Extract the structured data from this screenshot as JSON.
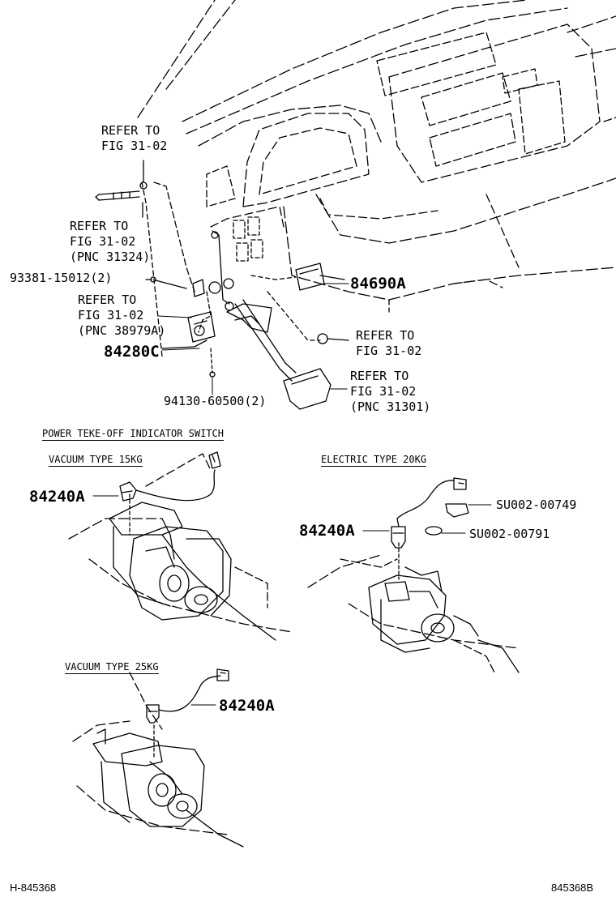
{
  "callouts": {
    "refer_1": "REFER TO\nFIG 31-02",
    "refer_2": "REFER TO\nFIG 31-02\n(PNC 31324)",
    "bolt": "93381-15012(2)",
    "refer_3": "REFER TO\nFIG 31-02\n(PNC 38979A)",
    "part_84280c": "84280C",
    "part_84690a": "84690A",
    "refer_4": "REFER TO\nFIG 31-02",
    "refer_5": "REFER TO\nFIG 31-02\n(PNC 31301)",
    "screw": "94130-60500(2)"
  },
  "section": {
    "title": "POWER TEKE-OFF INDICATOR SWITCH",
    "vacuum_15": "VACUUM TYPE 15KG",
    "electric_20": "ELECTRIC TYPE 20KG",
    "vacuum_25": "VACUUM TYPE 25KG",
    "part_a1": "84240A",
    "part_a2": "84240A",
    "part_a3": "84240A",
    "sub_1": "SU002-00749",
    "sub_2": "SU002-00791"
  },
  "footer": {
    "left": "H-845368",
    "right": "845368B"
  }
}
